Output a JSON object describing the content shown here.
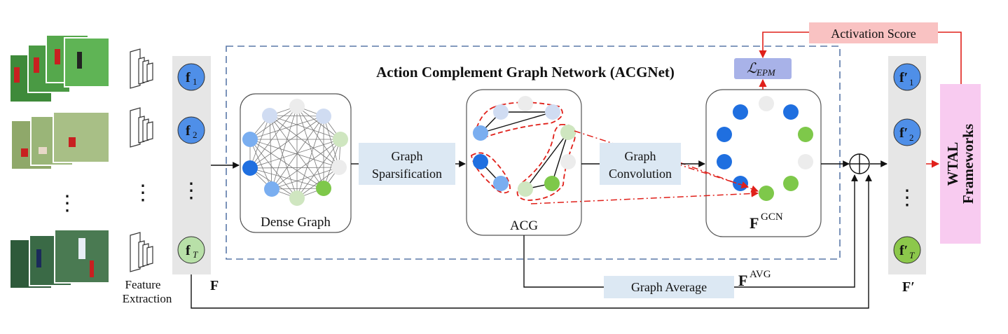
{
  "title": "Action Complement Graph Network (ACGNet)",
  "input_features": {
    "labels": [
      "f",
      "f",
      "f"
    ],
    "subscripts": [
      "1",
      "2",
      "T"
    ],
    "ellipsis": "⋮",
    "matrix_label": "F",
    "colors": [
      "#4f8fe8",
      "#4f8fe8",
      "#b8e0a8"
    ]
  },
  "feature_extraction_label_line1": "Feature",
  "feature_extraction_label_line2": "Extraction",
  "dense_graph_label": "Dense Graph",
  "acg_label": "ACG",
  "fgcn_label_base": "F",
  "fgcn_label_sup": "GCN",
  "favg_label_base": "F",
  "favg_label_sup": "AVG",
  "op_sparsification_line1": "Graph",
  "op_sparsification_line2": "Sparsification",
  "op_convolution_line1": "Graph",
  "op_convolution_line2": "Convolution",
  "op_average": "Graph Average",
  "loss_label_main": "ℒ",
  "loss_label_sub": "EPM",
  "activation_score_label": "Activation Score",
  "wtal_line1": "WTAL",
  "wtal_line2": "Frameworks",
  "output_features": {
    "labels": [
      "f′",
      "f′",
      "f′"
    ],
    "subscripts": [
      "1",
      "2",
      "T"
    ],
    "ellipsis": "⋮",
    "matrix_label": "F′",
    "colors": [
      "#4f8fe8",
      "#4f8fe8",
      "#8cc84b"
    ]
  },
  "video_ellipsis": "⋮",
  "cnn_ellipsis": "⋮",
  "colors": {
    "node_dark_blue": "#1f6fe0",
    "node_light_blue": "#7aaef0",
    "node_pale_blue": "#d0dcf2",
    "node_green": "#7ec84a",
    "node_pale_green": "#cfe6c0",
    "node_gray": "#ececec",
    "op_box": "#dce8f3",
    "loss_box": "#a8b2e8",
    "activation_box": "#f9c2c2",
    "wtal_box": "#f8cbf0",
    "red": "#e0201a",
    "dashed_box": "#5a78a8"
  }
}
